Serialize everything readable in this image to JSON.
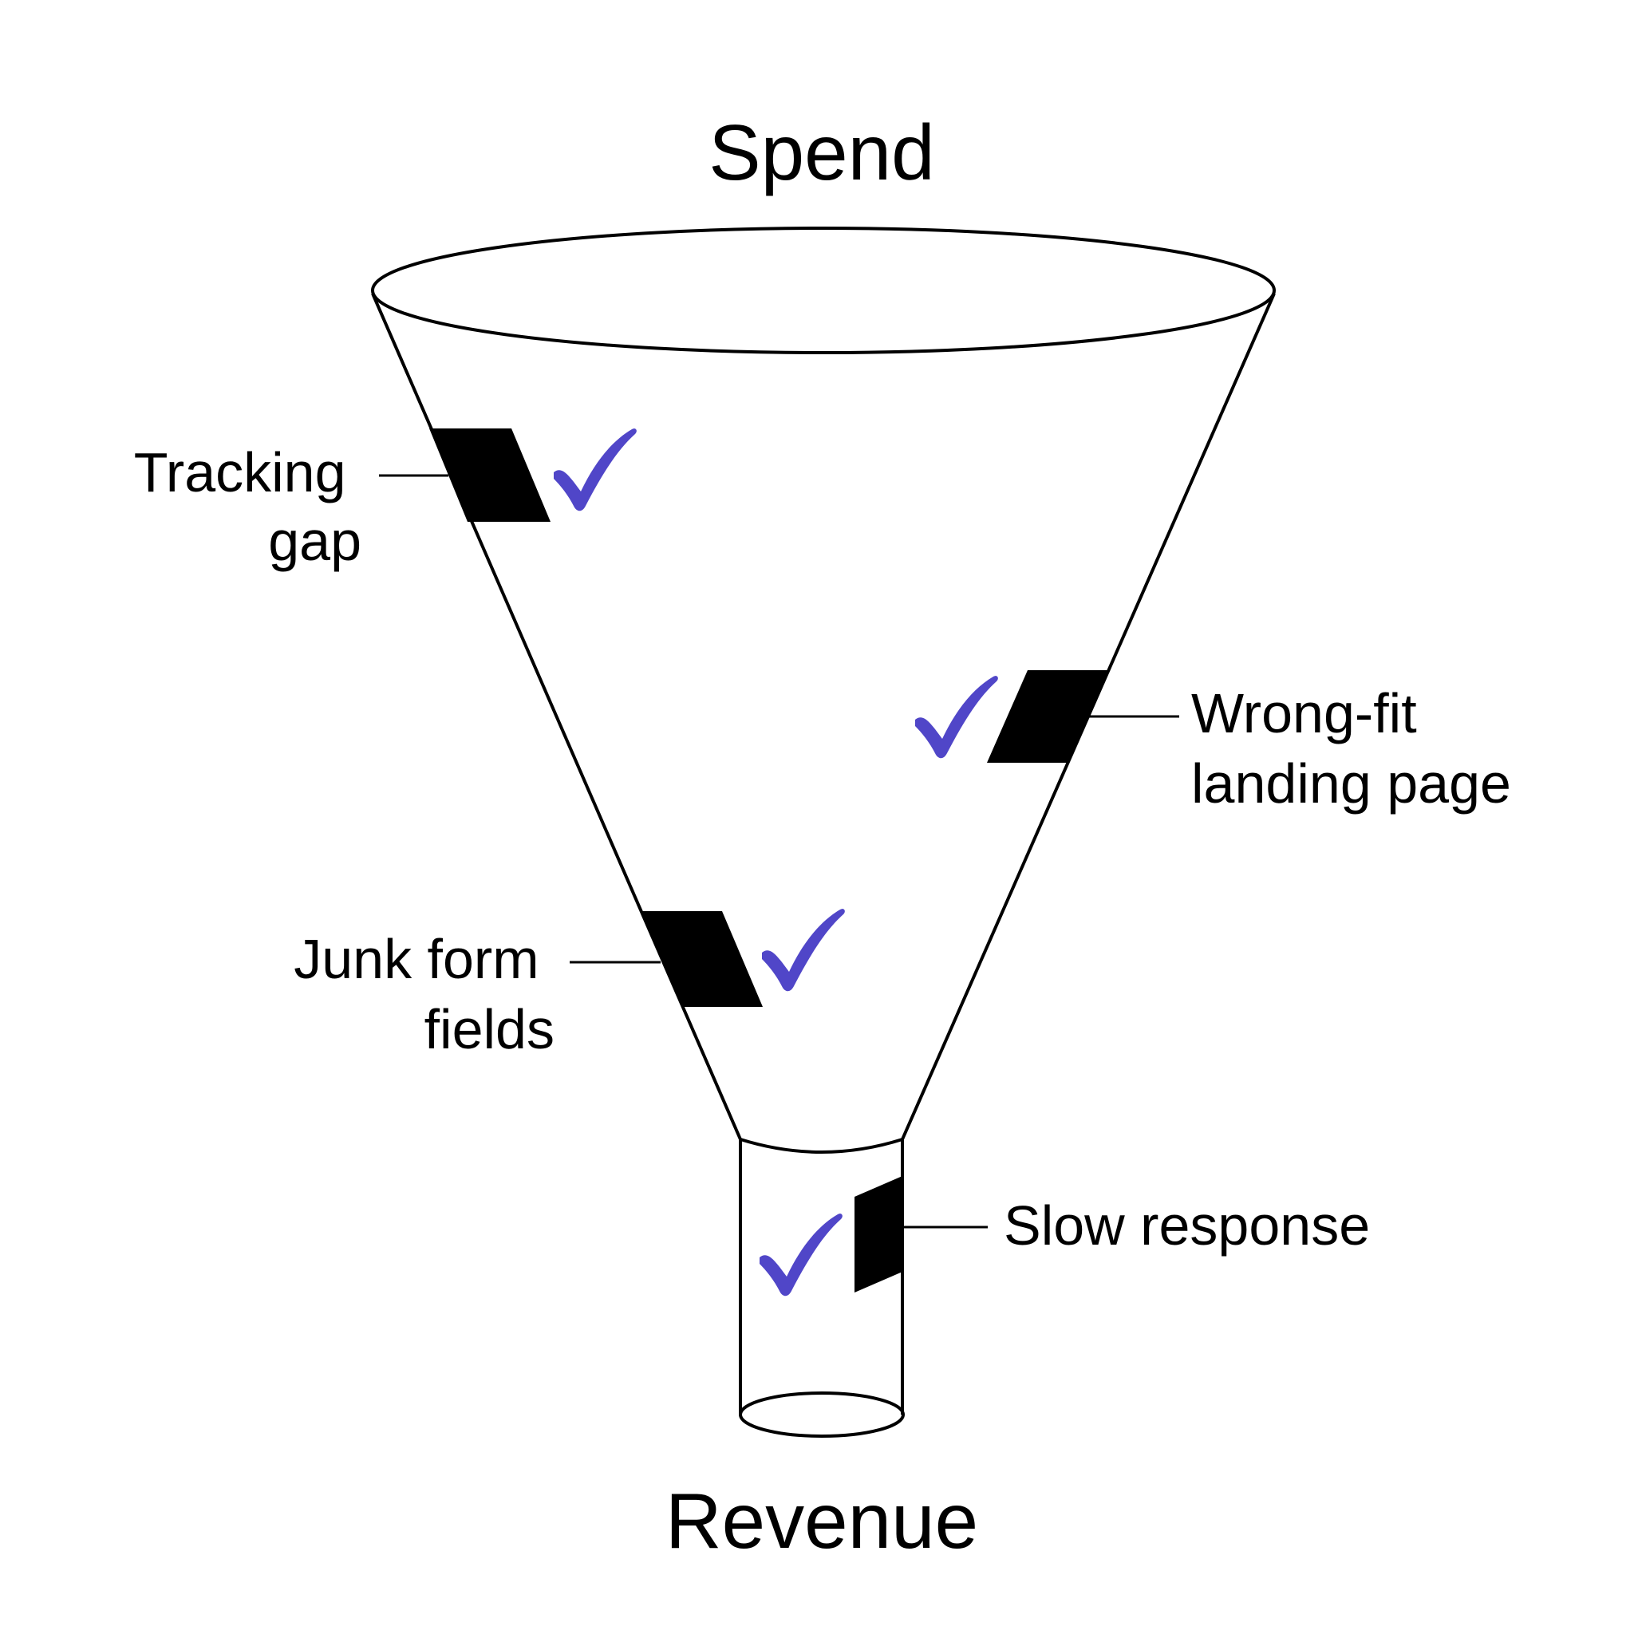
{
  "diagram": {
    "top_label": "Spend",
    "bottom_label": "Revenue",
    "annotations": [
      {
        "line1": "Tracking",
        "line2": "gap",
        "status": "checked"
      },
      {
        "line1": "Wrong-fit",
        "line2": "landing page",
        "status": "checked"
      },
      {
        "line1": "Junk form",
        "line2": "fields",
        "status": "checked"
      },
      {
        "line1": "Slow response",
        "line2": "",
        "status": "checked"
      }
    ],
    "colors": {
      "outline": "#000000",
      "patch": "#000000",
      "check": "#5046c8",
      "background": "#ffffff"
    }
  }
}
